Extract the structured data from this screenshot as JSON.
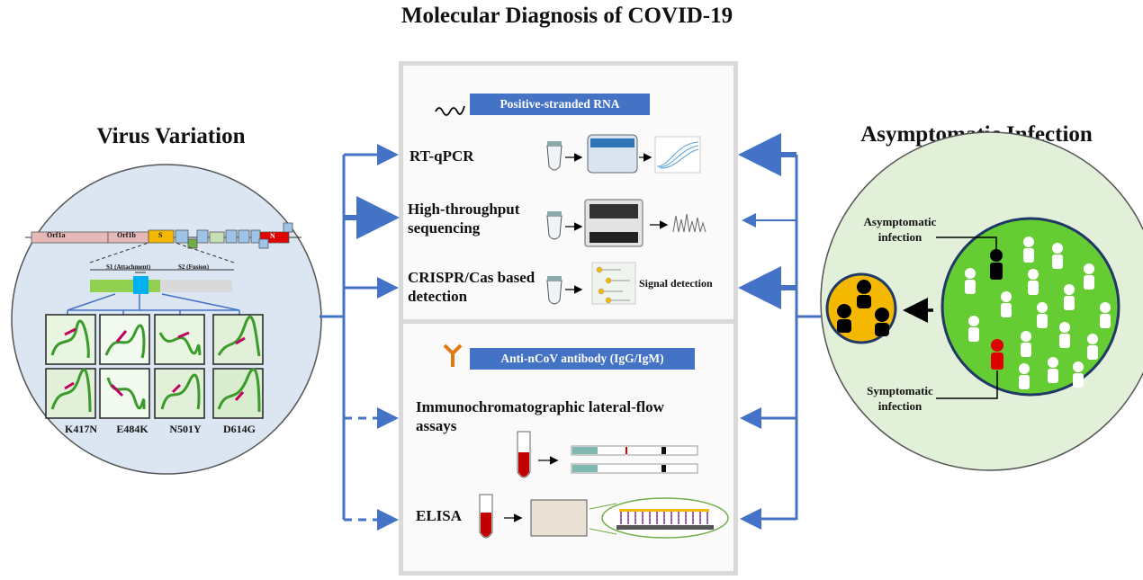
{
  "title": "Molecular Diagnosis of COVID-19",
  "left": {
    "title": "Virus Variation",
    "genome_labels": [
      "Orf1a",
      "Orf1b",
      "S",
      "N"
    ],
    "spike_labels": {
      "s1": "S1 (Attachment)",
      "s2": "S2 (Fusion)"
    },
    "mutations": [
      "K417N",
      "E484K",
      "N501Y",
      "D614G"
    ]
  },
  "center": {
    "rna_banner": "Positive-stranded RNA",
    "methods_rna": [
      "RT-qPCR",
      "High-throughput sequencing",
      "CRISPR/Cas based detection"
    ],
    "signal_label": "Signal detection",
    "antibody_banner": "Anti-nCoV antibody (IgG/IgM)",
    "methods_antibody": [
      "Immunochromatographic lateral-flow assays",
      "ELISA"
    ]
  },
  "right": {
    "title": "Asymptomatic Infection",
    "asymptomatic_label": "Asymptomatic infection",
    "symptomatic_label": "Symptomatic infection"
  },
  "colors": {
    "arrow_blue": "#4472c4",
    "banner_blue": "#4472c4",
    "left_circle": "#dce6f2",
    "right_circle": "#e2efd9",
    "population_green": "#66cc33",
    "cluster_yellow": "#f5b800",
    "symptomatic_red": "#e00000"
  }
}
